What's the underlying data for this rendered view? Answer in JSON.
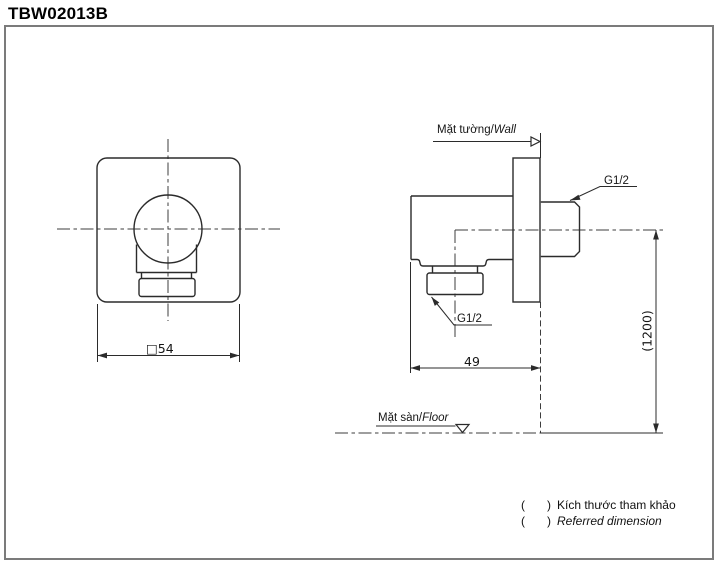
{
  "title": "TBW02013B",
  "colors": {
    "line": "#2b2b2b",
    "frame": "#7b7b7b",
    "text": "#111111",
    "background": "#ffffff"
  },
  "front_view": {
    "width_dimension": "□54"
  },
  "side_view": {
    "wall_label_vi": "Mặt tường/",
    "wall_label_en": "Wall",
    "outlet_thread_label": "G1/2",
    "spout_thread_label": "G1/2",
    "depth_dimension": "49",
    "height_dimension": "(1200)",
    "floor_label_vi": "Mặt sàn/",
    "floor_label_en": "Floor"
  },
  "notes": {
    "bracket_open": "(",
    "bracket_close": ")",
    "line1_text": "Kích thước tham khảo",
    "line2_text": "Referred dimension"
  }
}
